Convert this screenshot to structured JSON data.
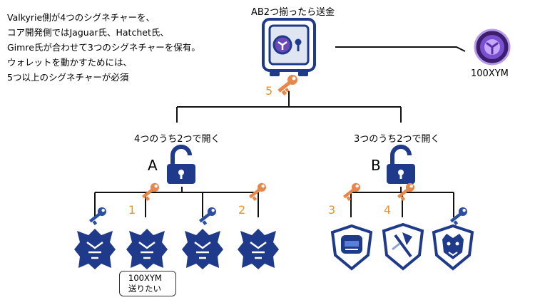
{
  "description": [
    "Valkyrie側が4つのシグネチャーを、",
    "コア開発側ではJaguar氏、Hatchet氏、",
    "Gimre氏が合わせて3つのシグネチャーを保有。",
    "ウォレットを動かすためには、",
    "5つ以上のシグネチャーが必須"
  ],
  "top_label": "AB2つ揃ったら送金",
  "target_label": "100XYM",
  "top_key_number": "5",
  "group_a": {
    "letter": "A",
    "rule": "4つのうち2つで開く",
    "key_numbers": [
      "1",
      "2"
    ]
  },
  "group_b": {
    "letter": "B",
    "rule": "3つのうち2つで開く",
    "key_numbers": [
      "3",
      "4"
    ]
  },
  "note": [
    "100XYM",
    "送りたい"
  ],
  "colors": {
    "navy": "#1f3a8a",
    "key_orange": "#e8874a",
    "key_blue": "#2a4fa0",
    "orange_text": "#e8942a"
  }
}
